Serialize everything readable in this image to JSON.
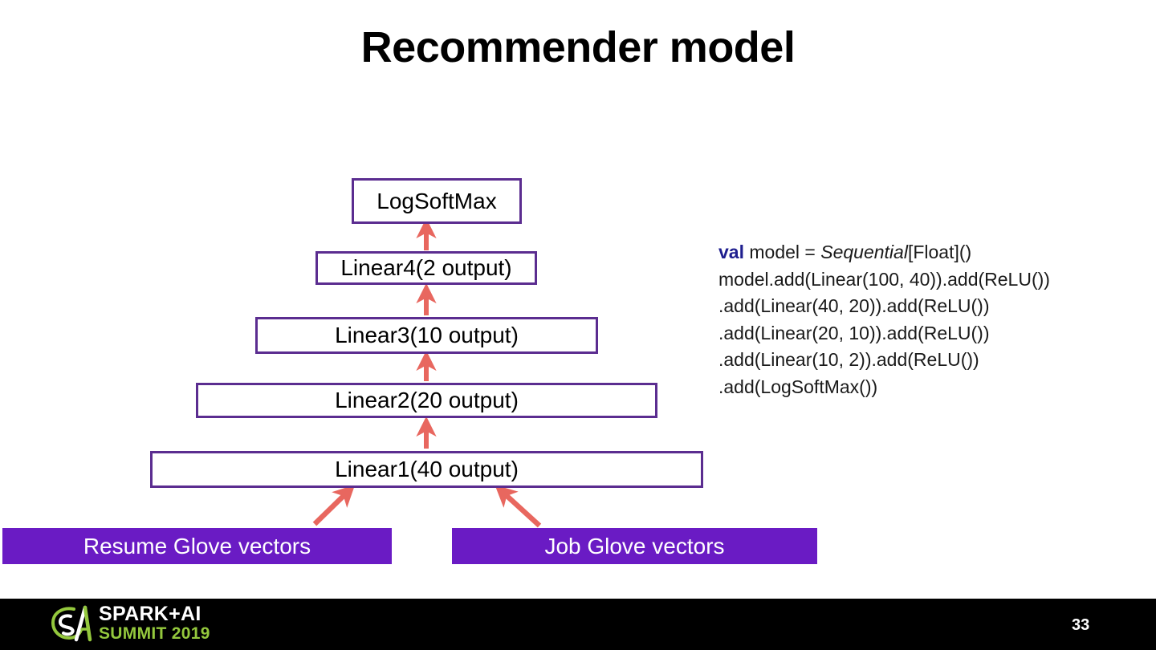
{
  "slide": {
    "title": "Recommender model",
    "page_number": "33",
    "background_color": "#ffffff"
  },
  "colors": {
    "box_border": "#5B2D90",
    "input_fill": "#6A1BC4",
    "arrow": "#E8675F",
    "code_keyword": "#1F1F8F",
    "footer_bg": "#000000",
    "brand_green": "#94C83D"
  },
  "diagram": {
    "nodes": [
      {
        "id": "logsoftmax",
        "label": "LogSoftMax",
        "style": "outline"
      },
      {
        "id": "linear4",
        "label": "Linear4(2 output)",
        "style": "outline"
      },
      {
        "id": "linear3",
        "label": "Linear3(10 output)",
        "style": "outline"
      },
      {
        "id": "linear2",
        "label": "Linear2(20 output)",
        "style": "outline"
      },
      {
        "id": "linear1",
        "label": "Linear1(40 output)",
        "style": "outline"
      },
      {
        "id": "resume",
        "label": "Resume Glove vectors",
        "style": "filled"
      },
      {
        "id": "job",
        "label": "Job Glove vectors",
        "style": "filled"
      }
    ],
    "edges": [
      {
        "from": "linear4",
        "to": "logsoftmax",
        "kind": "vertical-arrow"
      },
      {
        "from": "linear3",
        "to": "linear4",
        "kind": "vertical-arrow"
      },
      {
        "from": "linear2",
        "to": "linear3",
        "kind": "vertical-arrow"
      },
      {
        "from": "linear1",
        "to": "linear2",
        "kind": "vertical-arrow"
      },
      {
        "from": "resume",
        "to": "linear1",
        "kind": "diagonal-arrow"
      },
      {
        "from": "job",
        "to": "linear1",
        "kind": "diagonal-arrow"
      }
    ]
  },
  "code": {
    "line1_keyword": "val",
    "line1_mid": " model = ",
    "line1_italic": "Sequential",
    "line1_tail": "[Float]()",
    "line2": "model.add(Linear(100, 40)).add(ReLU())",
    "line3": ".add(Linear(40, 20)).add(ReLU())",
    "line4": ".add(Linear(20, 10)).add(ReLU())",
    "line5": ".add(Linear(10, 2)).add(ReLU())",
    "line6": ".add(LogSoftMax())"
  },
  "footer": {
    "brand_line1": "SPARK+AI",
    "brand_line2": "SUMMIT 2019",
    "logo_name": "spark-ai-summit-logo"
  }
}
